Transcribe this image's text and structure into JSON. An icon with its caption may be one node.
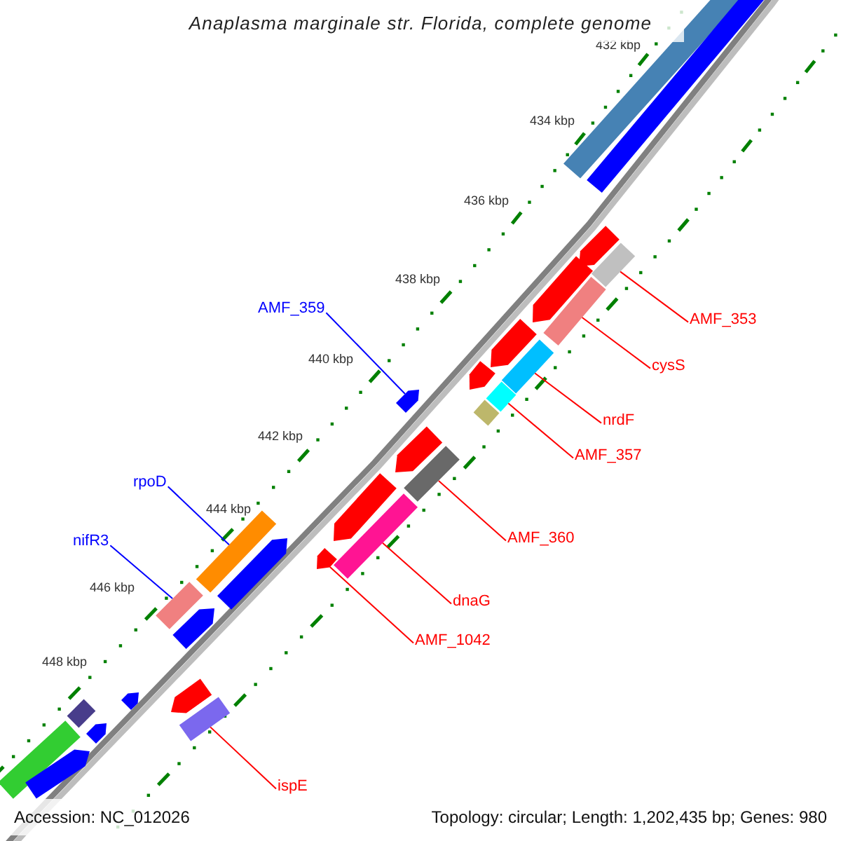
{
  "diagram": {
    "title": "Anaplasma marginale str. Florida, complete genome",
    "nodes": [
      {
        "text": [],
        "shape": "bar"
      },
      {
        "text": [],
        "shape": "bar"
      },
      {
        "text": [
          "AMF_359"
        ]
      },
      {
        "text": [
          "AMF_353"
        ]
      },
      {
        "text": [
          "cysS"
        ]
      },
      {
        "text": [],
        "shape": "bar"
      },
      {
        "text": [],
        "shape": "arrow"
      },
      {
        "text": [],
        "shape": "bar"
      },
      {
        "text": [
          "nrdF"
        ]
      },
      {
        "text": [
          "AMF_357"
        ]
      },
      {
        "text": [],
        "shape": "bar"
      },
      {
        "text": [
          "rpoD"
        ]
      },
      {
        "text": [
          "AMF_360"
        ]
      },
      {
        "text": [],
        "shape": "bar"
      },
      {
        "text": [
          "nifR3"
        ]
      },
      {
        "text": [],
        "shape": "bar"
      },
      {
        "text": [],
        "shape": "arrow"
      },
      {
        "text": [
          "dnaG"
        ]
      },
      {
        "text": [],
        "shape": "bar"
      },
      {
        "text": [
          "AMF_1042"
        ]
      },
      {
        "text": [],
        "shape": "bar"
      },
      {
        "text": [
          "ispE"
        ]
      },
      {
        "text": [],
        "shape": "bar"
      },
      {
        "text": [],
        "shape": "bar"
      },
      {
        "text": [],
        "shape": "arrow"
      },
      {
        "text": [],
        "shape": "arrow"
      },
      {
        "text": [],
        "shape": "arrow"
      },
      {
        "text": [],
        "shape": "arrow"
      },
      {
        "text": [],
        "shape": "bar"
      },
      {
        "text": [],
        "shape": "arrow"
      },
      {
        "text": [],
        "shape": "arrow"
      },
      {
        "text": [],
        "shape": "arrow"
      },
      {
        "text": [],
        "shape": "arrow"
      },
      {
        "text": [],
        "shape": "arrow"
      },
      {
        "text": [],
        "shape": "arrow"
      },
      {
        "text": [],
        "shape": "bar"
      },
      {
        "text": [],
        "shape": "arrow"
      },
      {
        "text": [],
        "shape": "bar"
      },
      {
        "text": [],
        "shape": "arrow"
      }
    ],
    "edges": [
      {
        "from": 2,
        "to": 6,
        "arrow": "none",
        "color": "#0000ff"
      },
      {
        "from": 3,
        "to": 0,
        "arrow": "none"
      },
      {
        "from": 4,
        "to": 1,
        "arrow": "none"
      },
      {
        "from": 8,
        "to": 5,
        "arrow": "none"
      },
      {
        "from": 9,
        "to": 7,
        "arrow": "none"
      },
      {
        "from": 11,
        "to": 15,
        "arrow": "none",
        "color": "#0000ff"
      },
      {
        "from": 12,
        "to": 10,
        "arrow": "none"
      },
      {
        "from": 14,
        "to": 18,
        "arrow": "none",
        "color": "#0000ff"
      },
      {
        "from": 17,
        "to": 13,
        "arrow": "none"
      },
      {
        "from": 19,
        "to": 16,
        "arrow": "none"
      },
      {
        "from": 21,
        "to": 20,
        "arrow": "none"
      }
    ],
    "labels": [
      "432 kbp",
      "434 kbp",
      "436 kbp",
      "438 kbp",
      "440 kbp",
      "442 kbp",
      "444 kbp",
      "446 kbp",
      "448 kbp",
      "Accession: NC_012026",
      "Topology: circular; Length: 1,202,435 bp; Genes: 980"
    ]
  }
}
